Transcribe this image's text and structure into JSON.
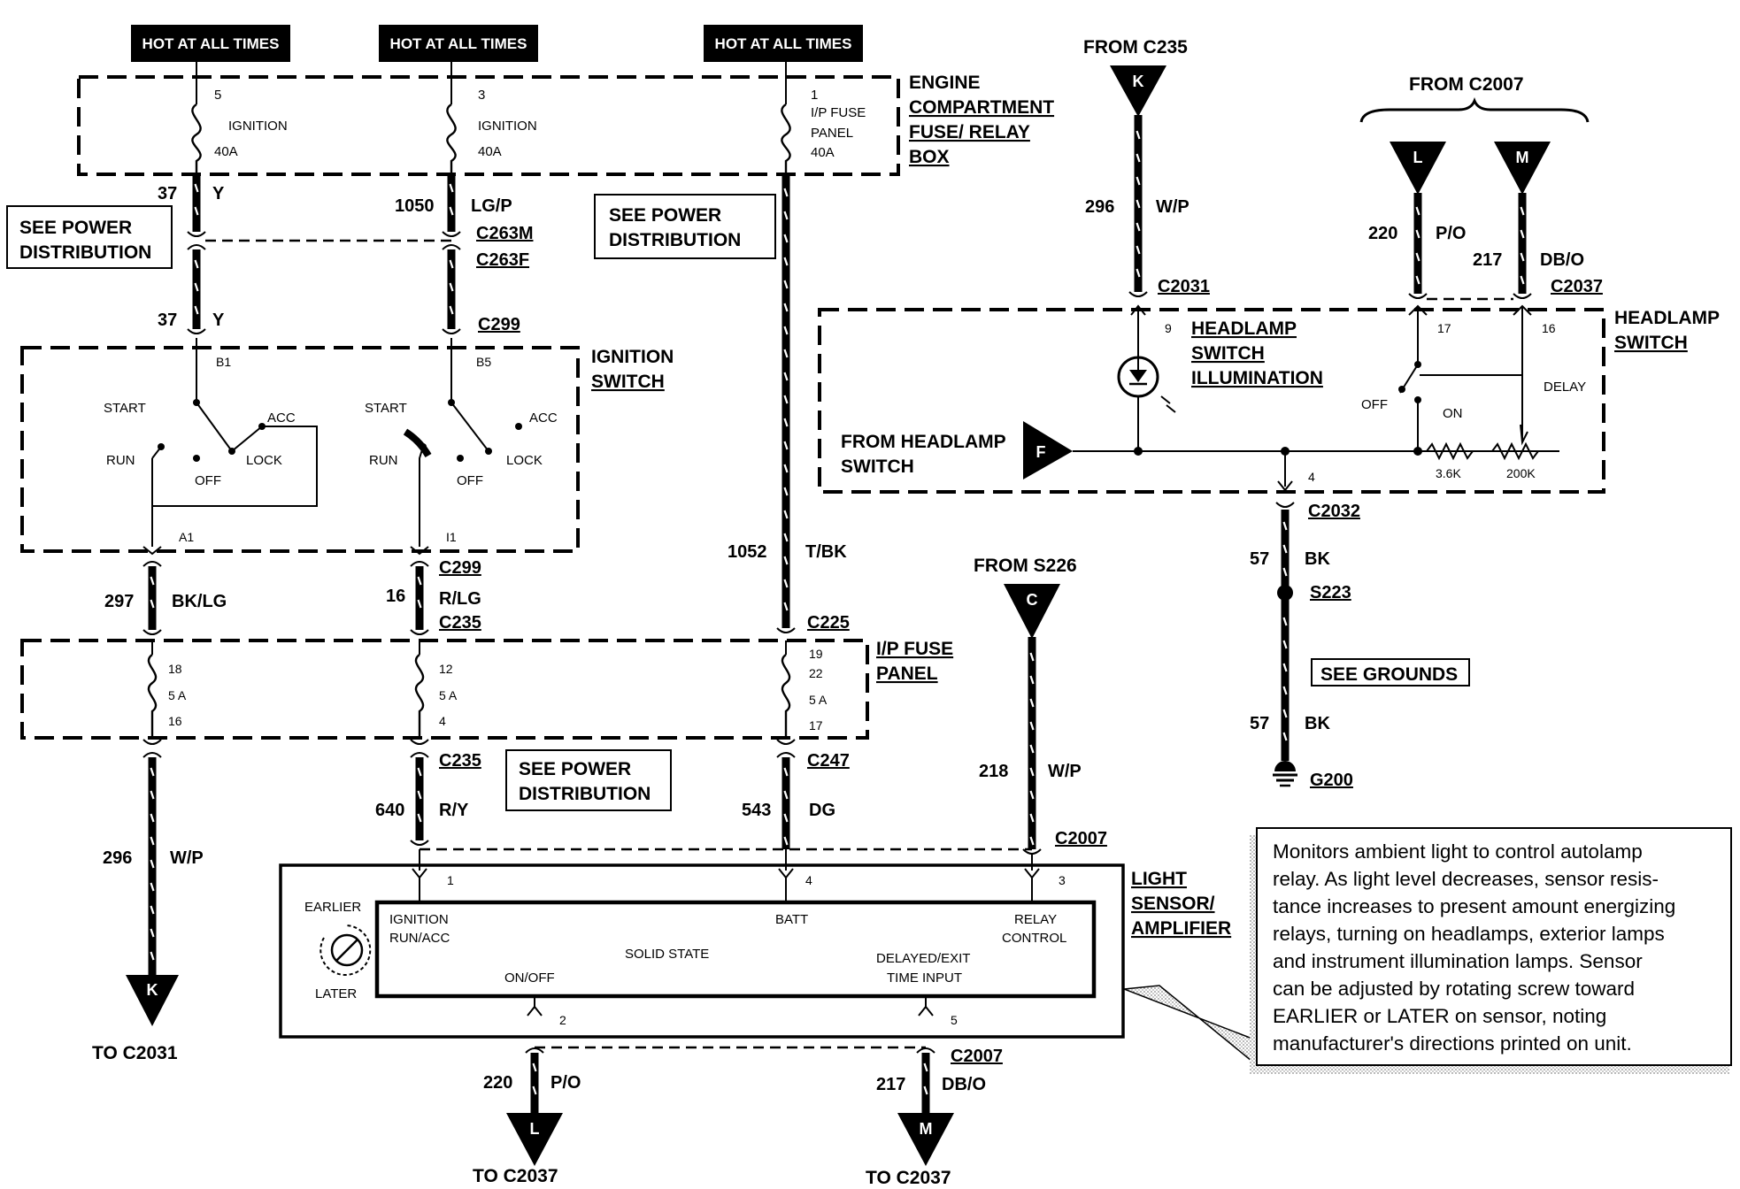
{
  "hot_labels": [
    "HOT AT ALL TIMES",
    "HOT AT ALL TIMES",
    "HOT AT ALL TIMES"
  ],
  "engine_box": {
    "title_lines": [
      "ENGINE",
      "COMPARTMENT",
      "FUSE/ RELAY",
      "BOX"
    ],
    "fuses": [
      {
        "pin": "5",
        "name_lines": [
          "IGNITION"
        ],
        "rating": "40A"
      },
      {
        "pin": "3",
        "name_lines": [
          "IGNITION"
        ],
        "rating": "40A"
      },
      {
        "pin": "1",
        "name_lines": [
          "I/P FUSE",
          "PANEL"
        ],
        "rating": "40A"
      }
    ]
  },
  "see_power_distribution": [
    "SEE POWER",
    "DISTRIBUTION"
  ],
  "wires": {
    "w37": {
      "circuit": "37",
      "color": "Y"
    },
    "w1050": {
      "circuit": "1050",
      "color": "LG/P"
    },
    "w297": {
      "circuit": "297",
      "color": "BK/LG"
    },
    "w16": {
      "circuit": "16",
      "color": "R/LG"
    },
    "w1052": {
      "circuit": "1052",
      "color": "T/BK"
    },
    "w296": {
      "circuit": "296",
      "color": "W/P"
    },
    "w640": {
      "circuit": "640",
      "color": "R/Y"
    },
    "w543": {
      "circuit": "543",
      "color": "DG"
    },
    "w218": {
      "circuit": "218",
      "color": "W/P"
    },
    "w220": {
      "circuit": "220",
      "color": "P/O"
    },
    "w217": {
      "circuit": "217",
      "color": "DB/O"
    },
    "w57": {
      "circuit": "57",
      "color": "BK"
    }
  },
  "connectors": {
    "c263m": "C263M",
    "c263f": "C263F",
    "c299": "C299",
    "c235": "C235",
    "c225": "C225",
    "c247": "C247",
    "c2007": "C2007",
    "c2031": "C2031",
    "c2037": "C2037",
    "c2032": "C2032",
    "s223": "S223",
    "g200": "G200"
  },
  "ignition_switch": {
    "title_lines": [
      "IGNITION",
      "SWITCH"
    ],
    "pins_top": [
      "B1",
      "B5"
    ],
    "pins_bottom": [
      "A1",
      "I1"
    ],
    "positions": {
      "start": "START",
      "run": "RUN",
      "off": "OFF",
      "lock": "LOCK",
      "acc": "ACC"
    }
  },
  "ip_fuse_panel": {
    "title_lines": [
      "I/P FUSE",
      "PANEL"
    ],
    "fuses": [
      {
        "pin_top": "18",
        "rating": "5 A",
        "pin_bottom": "16"
      },
      {
        "pin_top": "12",
        "rating": "5 A",
        "pin_bottom": "4"
      },
      {
        "pin_top_lines": [
          "19",
          "22"
        ],
        "rating": "5 A",
        "pin_bottom": "17"
      }
    ]
  },
  "from_labels": {
    "c235": "FROM C235",
    "c2007": "FROM C2007",
    "s226": "FROM S226",
    "headlamp_switch_lines": [
      "FROM HEADLAMP",
      "SWITCH"
    ]
  },
  "to_labels": {
    "c2031": "TO C2031",
    "c2037a": "TO C2037",
    "c2037b": "TO C2037"
  },
  "terminals": {
    "k_top": "K",
    "l_top": "L",
    "m_top": "M",
    "f": "F",
    "c": "C",
    "k_bottom": "K",
    "l_bottom": "L",
    "m_bottom": "M"
  },
  "headlamp_switch": {
    "title_lines": [
      "HEADLAMP",
      "SWITCH"
    ],
    "illumination_lines": [
      "HEADLAMP",
      "SWITCH",
      "ILLUMINATION"
    ],
    "pins": {
      "p9": "9",
      "p17": "17",
      "p16": "16",
      "p4": "4"
    },
    "off": "OFF",
    "on": "ON",
    "delay": "DELAY",
    "resistors": [
      "3.6K",
      "200K"
    ]
  },
  "see_grounds": "SEE GROUNDS",
  "light_sensor": {
    "title_lines": [
      "LIGHT",
      "SENSOR/",
      "AMPLIFIER"
    ],
    "pins": {
      "p1": "1",
      "p4": "4",
      "p3": "3",
      "p2": "2",
      "p5": "5"
    },
    "earlier": "EARLIER",
    "later": "LATER",
    "inner": {
      "ignition_lines": [
        "IGNITION",
        "RUN/ACC"
      ],
      "batt": "BATT",
      "relay_lines": [
        "RELAY",
        "CONTROL"
      ],
      "solid_state": "SOLID STATE",
      "onoff": "ON/OFF",
      "delayed_lines": [
        "DELAYED/EXIT",
        "TIME INPUT"
      ]
    }
  },
  "note_lines": [
    "Monitors ambient light to control autolamp",
    "relay.  As light level decreases, sensor resis-",
    "tance increases to present amount energizing",
    "relays, turning on headlamps, exterior lamps",
    "and instrument illumination lamps.  Sensor",
    "can be adjusted by rotating screw toward",
    "EARLIER or LATER on sensor, noting",
    "manufacturer's directions printed on unit."
  ]
}
